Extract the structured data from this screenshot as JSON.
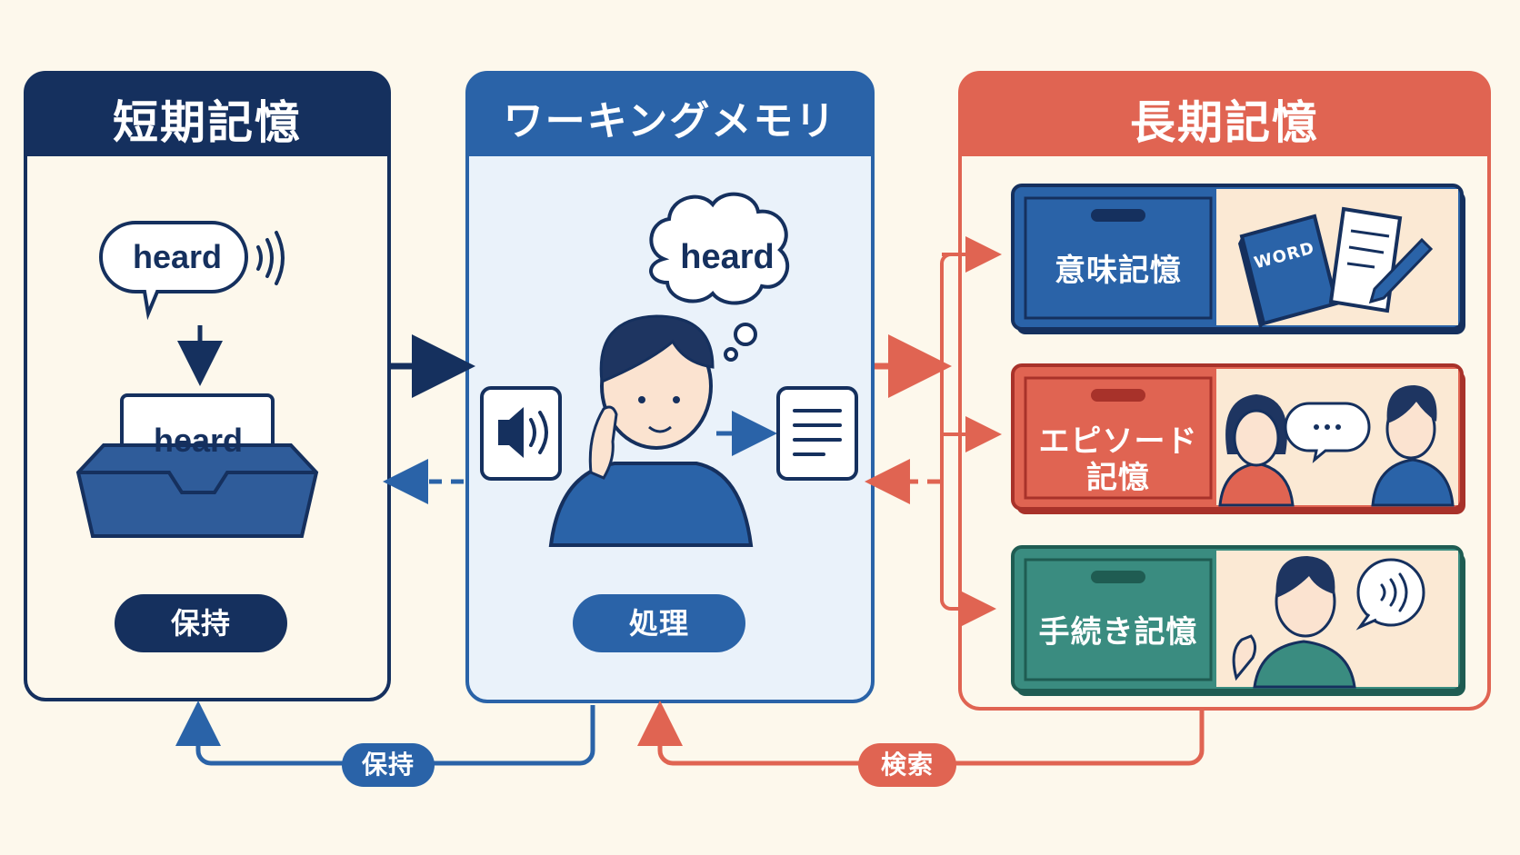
{
  "short_term": {
    "title": "短期記憶",
    "bubble_word": "heard",
    "card_word": "heard",
    "action": "保持"
  },
  "working_memory": {
    "title": "ワーキングメモリ",
    "thought_word": "heard",
    "action": "処理"
  },
  "long_term": {
    "title": "長期記憶",
    "items": [
      {
        "label": "意味記憶",
        "book_text": "WORD"
      },
      {
        "label": "エピソード\n記憶"
      },
      {
        "label": "手続き記憶"
      }
    ]
  },
  "bottom_arrows": {
    "left_label": "保持",
    "right_label": "検索"
  },
  "colors": {
    "navy": "#15305e",
    "blue": "#2a63a8",
    "red": "#e06452",
    "green": "#3a8c80",
    "cream": "#fdf8ec"
  }
}
